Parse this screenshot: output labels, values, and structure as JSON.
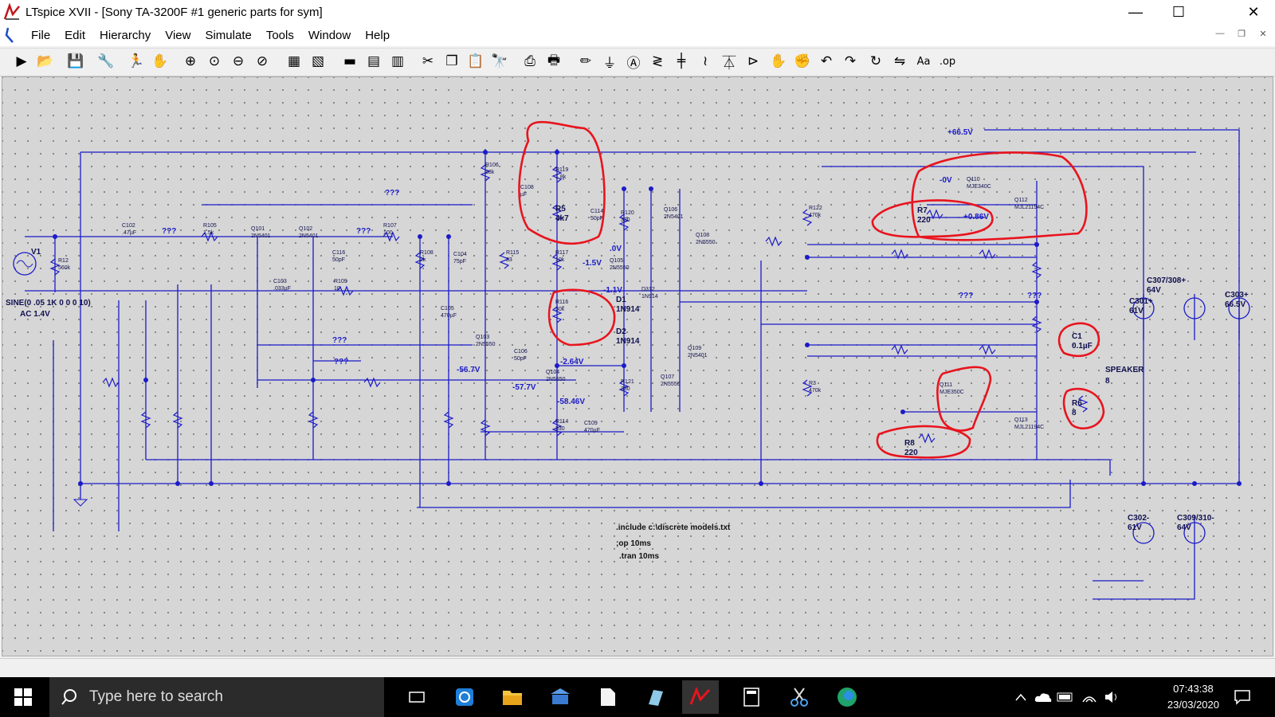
{
  "window": {
    "title": "LTspice XVII - [Sony TA-3200F #1 generic parts for sym]",
    "controls": {
      "minimize": "—",
      "maximize": "☐",
      "close": "✕"
    }
  },
  "menu": {
    "items": [
      "File",
      "Edit",
      "Hierarchy",
      "View",
      "Simulate",
      "Tools",
      "Window",
      "Help"
    ]
  },
  "toolbar": {
    "icons": [
      "run-icon",
      "open-icon",
      "save-icon",
      "control-panel-icon",
      "halt-icon",
      "pan-icon",
      "zoom-in-icon",
      "zoom-area-icon",
      "zoom-out-icon",
      "zoom-cancel-icon",
      "autorange-icon",
      "grid-icon",
      "tile-horizontal-icon",
      "tile-vertical-icon",
      "cascade-icon",
      "cut-icon",
      "copy-icon",
      "paste-icon",
      "find-icon",
      "print-setup-icon",
      "print-icon",
      "wire-icon",
      "ground-icon",
      "label-icon",
      "resistor-icon",
      "capacitor-icon",
      "inductor-icon",
      "diode-icon",
      "component-icon",
      "move-icon",
      "drag-icon",
      "undo-icon",
      "redo-icon",
      "rotate-icon",
      "mirror-icon",
      "text-icon",
      "spice-directive-icon"
    ],
    "text_tool": "Aa",
    "op_tool": ".op"
  },
  "schematic": {
    "wire_color": "#1b1bc8",
    "annotation_color": "#e8141e",
    "source": {
      "name": "V1",
      "value": "SINE(0 .05 1K 0 0 0 10)",
      "ac": "AC 1.4V"
    },
    "rail_pos": "+66.5V",
    "components": [
      {
        "ref": "R12",
        "val": "560k"
      },
      {
        "ref": "C102",
        "val": ".47µF"
      },
      {
        "ref": "R105",
        "val": "1.5k"
      },
      {
        "ref": "Q101",
        "val": "2N5401"
      },
      {
        "ref": "Q102",
        "val": "2N5401"
      },
      {
        "ref": "R107",
        "val": "100"
      },
      {
        "ref": "C103",
        "val": ".033µF"
      },
      {
        "ref": "R109",
        "val": "10"
      },
      {
        "ref": "C116",
        "val": "50pF"
      },
      {
        "ref": "R108",
        "val": "2k"
      },
      {
        "ref": "C104",
        "val": "75pF"
      },
      {
        "ref": "R106",
        "val": "18k"
      },
      {
        "ref": "R115",
        "val": "33"
      },
      {
        "ref": "R119",
        "val": "1.8k"
      },
      {
        "ref": "R5",
        "val": "4k7"
      },
      {
        "ref": "C108",
        "val": "µF"
      },
      {
        "ref": "C114",
        "val": "50pF"
      },
      {
        "ref": "R120",
        "val": "330"
      },
      {
        "ref": "R117",
        "val": "10k"
      },
      {
        "ref": "Q105",
        "val": "2N5550"
      },
      {
        "ref": "R116",
        "val": "30k"
      },
      {
        "ref": "D1",
        "val": "1N914"
      },
      {
        "ref": "D2",
        "val": "1N914"
      },
      {
        "ref": "D312",
        "val": "1N914"
      },
      {
        "ref": "Q103",
        "val": "2N5550"
      },
      {
        "ref": "C105",
        "val": "470µF"
      },
      {
        "ref": "C106",
        "val": "50pF"
      },
      {
        "ref": "Q104",
        "val": "2N5550"
      },
      {
        "ref": "R114",
        "val": "330"
      },
      {
        "ref": "C109",
        "val": "470µF"
      },
      {
        "ref": "R121",
        "val": "330"
      },
      {
        "ref": "Q106",
        "val": "2N5401"
      },
      {
        "ref": "Q107",
        "val": "2N5550"
      },
      {
        "ref": "Q108",
        "val": "2N5550"
      },
      {
        "ref": "Q109",
        "val": "2N5401"
      },
      {
        "ref": "R122",
        "val": "470k"
      },
      {
        "ref": "R3",
        "val": "470k"
      },
      {
        "ref": "Q110",
        "val": "MJE340C"
      },
      {
        "ref": "Q112",
        "val": "MJL21194C"
      },
      {
        "ref": "Q111",
        "val": "MJE350C"
      },
      {
        "ref": "Q113",
        "val": "MJL21194C"
      },
      {
        "ref": "R7",
        "val": "220"
      },
      {
        "ref": "R8",
        "val": "220"
      },
      {
        "ref": "R6",
        "val": "8"
      },
      {
        "ref": "C1",
        "val": "0.1µF"
      },
      {
        "ref": "C301+",
        "val": "61V"
      },
      {
        "ref": "C307/308+",
        "val": "64V"
      },
      {
        "ref": "C303+",
        "val": "66.5V"
      },
      {
        "ref": "C302-",
        "val": "61V"
      },
      {
        "ref": "C309/310-",
        "val": "64V"
      }
    ],
    "voltages": [
      "-0V",
      "+0.86V",
      "-1.5V",
      ".0V",
      "-1.1V",
      "-2.64V",
      "-56.7V",
      "-57.7V",
      "-58.46V"
    ],
    "unknown_nets": [
      "???",
      "???",
      "???",
      "???",
      "???",
      "???",
      "???"
    ],
    "speaker": {
      "label": "SPEAKER",
      "value": "8"
    },
    "directives": [
      ".include c:\\discrete models.txt",
      ";op 10ms",
      ".tran 10ms"
    ]
  },
  "taskbar": {
    "search_placeholder": "Type here to search",
    "time": "07:43:38",
    "date": "23/03/2020"
  }
}
